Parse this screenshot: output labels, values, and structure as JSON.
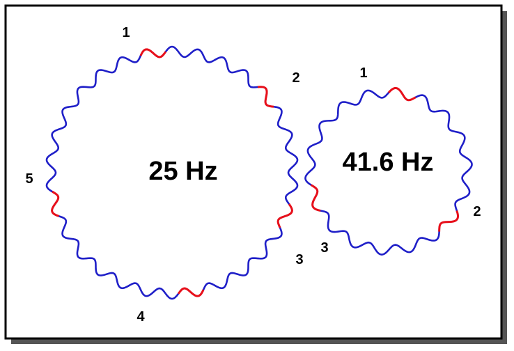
{
  "colors": {
    "wave": "#1f1fc8",
    "marker": "#e8101a",
    "frame": "#000000",
    "text": "#000000"
  },
  "gears": [
    {
      "id": "large",
      "frequency_label": "25 Hz",
      "teeth": 30,
      "markers": [
        {
          "label": "1",
          "tooth": 0
        },
        {
          "label": "2",
          "tooth": 5
        },
        {
          "label": "3",
          "tooth": 10
        },
        {
          "label": "4",
          "tooth": 15
        },
        {
          "label": "5",
          "tooth": 22
        }
      ]
    },
    {
      "id": "small",
      "frequency_label": "41.6 Hz",
      "teeth": 18,
      "markers": [
        {
          "label": "1",
          "tooth": 0
        },
        {
          "label": "2",
          "tooth": 6
        },
        {
          "label": "3",
          "tooth": 12
        }
      ]
    }
  ]
}
